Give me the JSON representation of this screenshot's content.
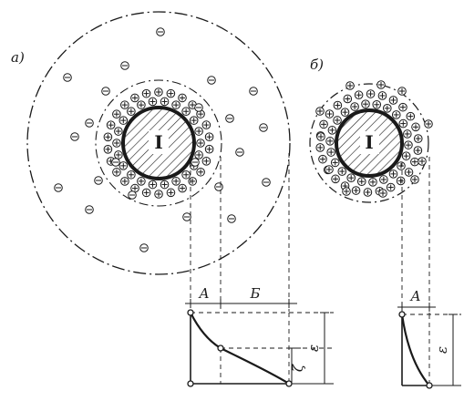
{
  "panels": {
    "a": {
      "label": "а)",
      "core_label": "I"
    },
    "b": {
      "label": "б)",
      "core_label": "I"
    }
  },
  "ion_symbols": {
    "negative": "⊖",
    "positive": "⊕"
  },
  "graph_a": {
    "dimension_labels": {
      "A": "A",
      "B": "Б"
    },
    "axis_labels": {
      "epsilon": "ε",
      "zeta": "ζ"
    }
  },
  "graph_b": {
    "dimension_labels": {
      "A": "A"
    },
    "axis_labels": {
      "epsilon": "ε"
    }
  },
  "colors": {
    "ink": "#1a1a1a",
    "paper": "#ffffff"
  },
  "icons": {
    "negative_ion": "minus-circle-icon",
    "positive_ion": "plus-circle-icon"
  }
}
